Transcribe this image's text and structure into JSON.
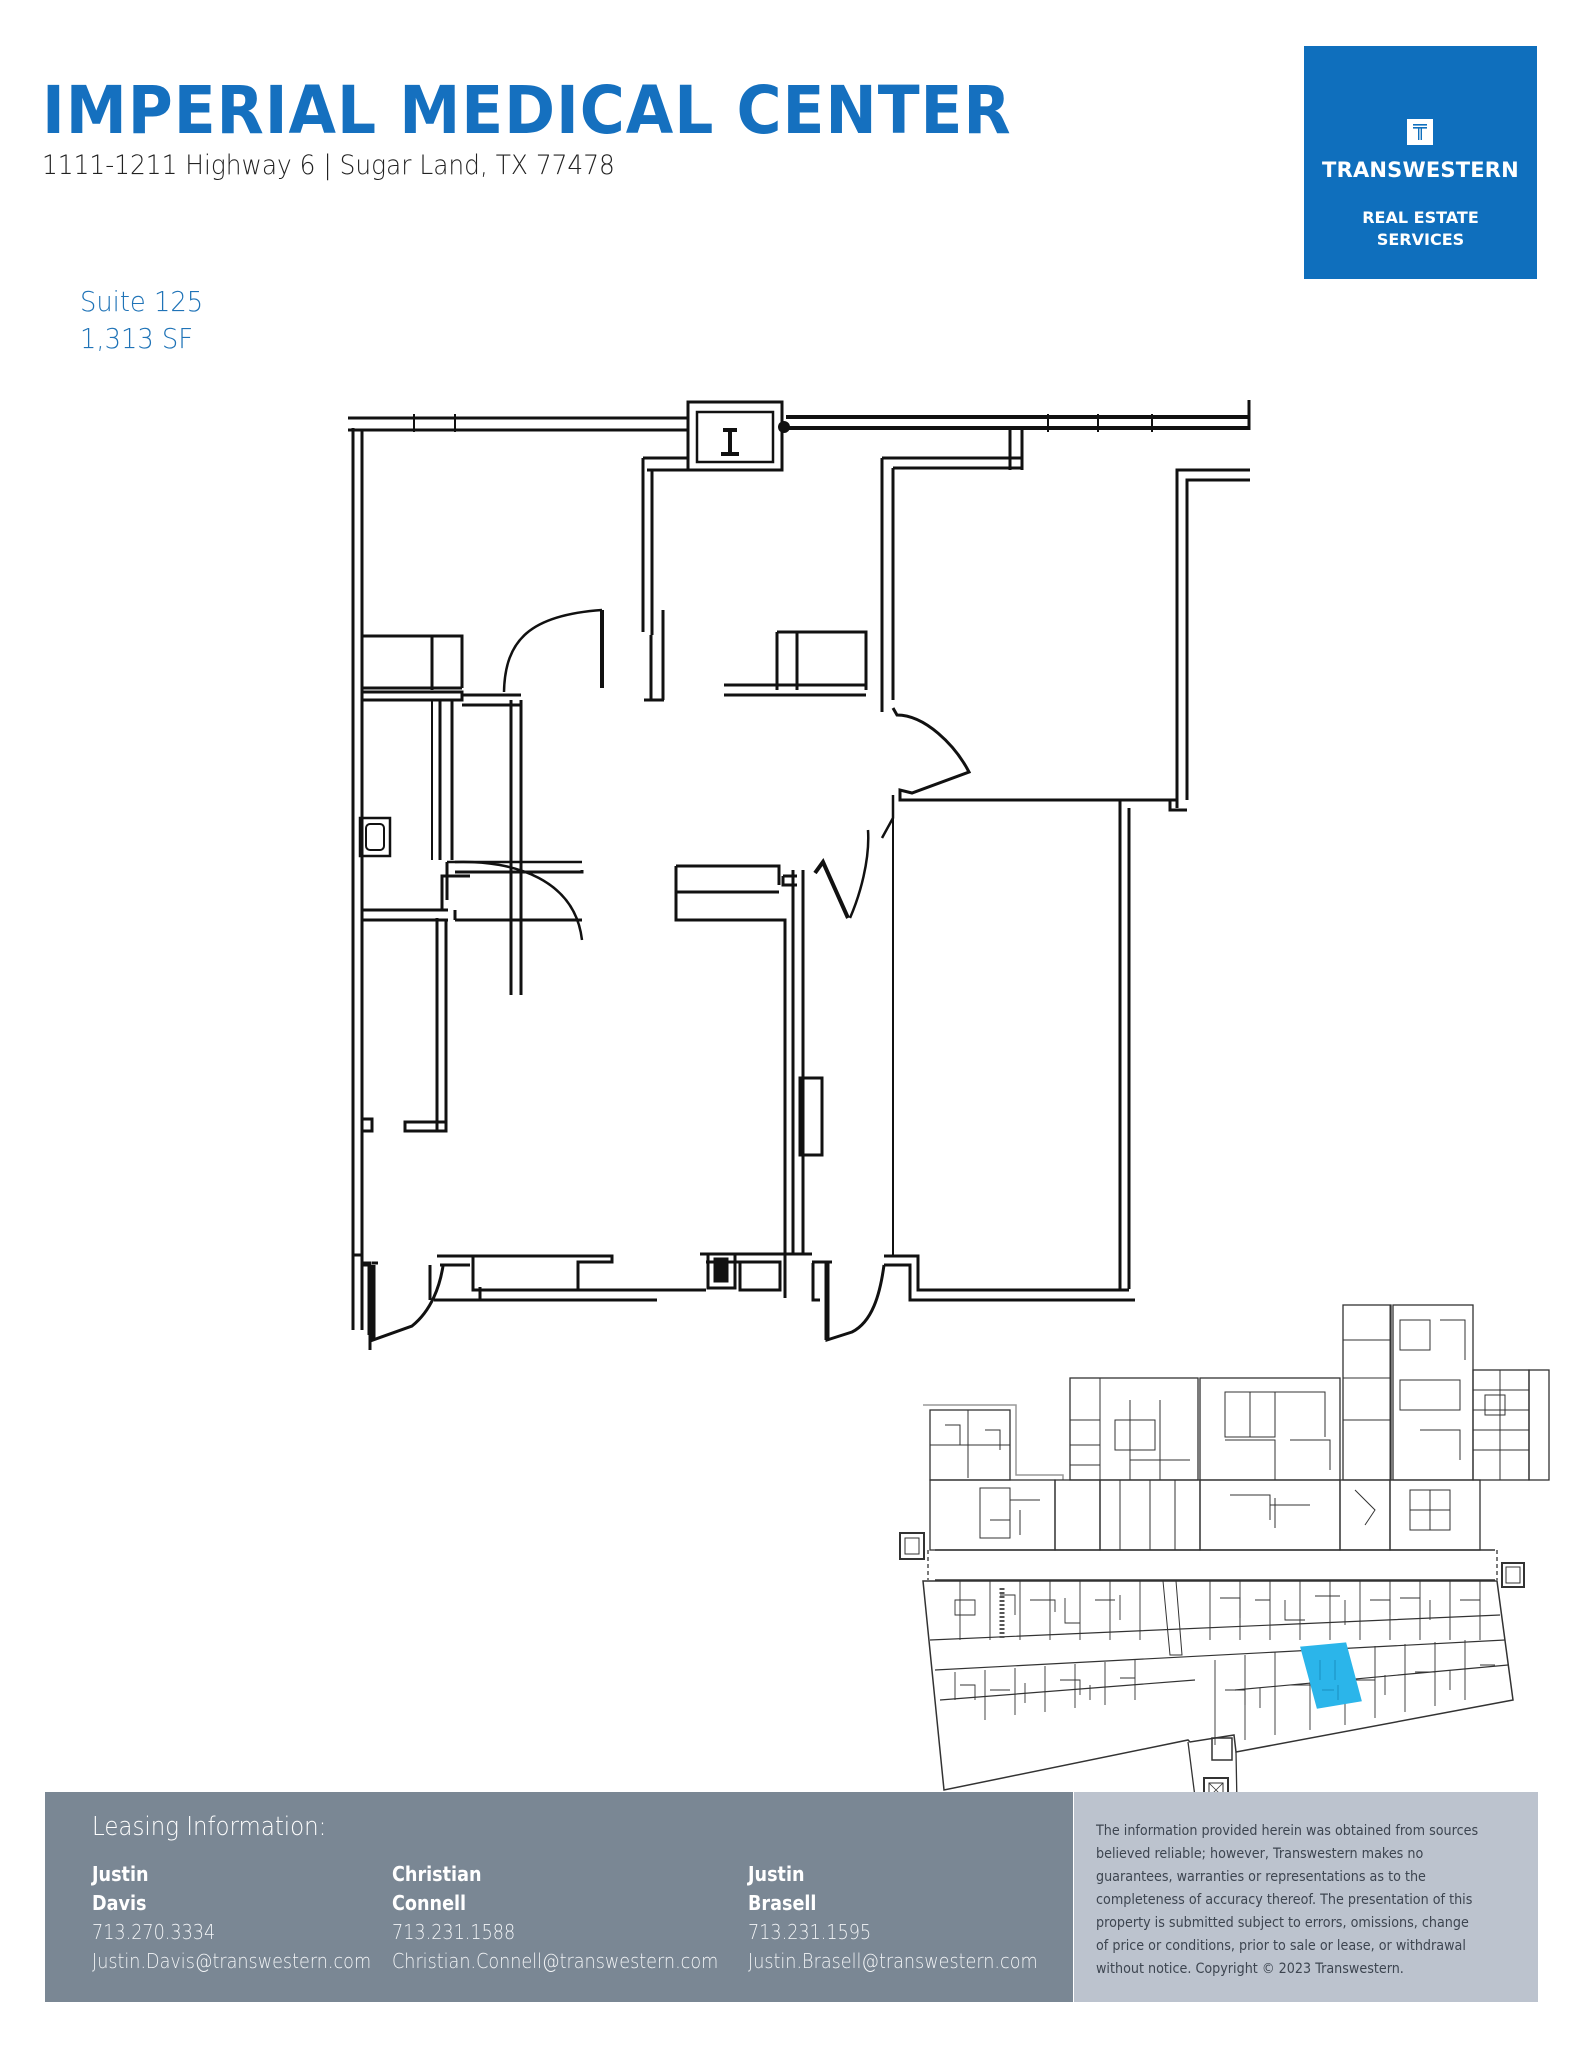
{
  "header": {
    "title": "IMPERIAL MEDICAL CENTER",
    "address": "1111-1211 Highway 6 | Sugar Land, TX 77478"
  },
  "logo": {
    "icon": "transwestern-t-icon",
    "name": "TRANSWESTERN",
    "tagline_line1": "REAL ESTATE",
    "tagline_line2": "SERVICES",
    "background_color": "#0f6fbd"
  },
  "suite": {
    "name": "Suite 125",
    "area": "1,313 SF",
    "color": "#1f73b7"
  },
  "floor_plan": {
    "label": "suite-125-floor-plan",
    "stroke_color": "#111111"
  },
  "key_plan": {
    "label": "building-key-plan",
    "highlight_color": "#2bb5ea"
  },
  "footer": {
    "leasing_title": "Leasing Information:",
    "contacts": [
      {
        "first": "Justin",
        "last": "Davis",
        "phone": "713.270.3334",
        "email": "Justin.Davis@transwestern.com"
      },
      {
        "first": "Christian",
        "last": "Connell",
        "phone": "713.231.1588",
        "email": "Christian.Connell@transwestern.com"
      },
      {
        "first": "Justin",
        "last": "Brasell",
        "phone": "713.231.1595",
        "email": "Justin.Brasell@transwestern.com"
      }
    ],
    "disclaimer": "The information provided herein was obtained from sources believed reliable; however, Transwestern makes no guarantees, warranties or representations as to the completeness of accuracy thereof. The presentation of this property is submitted subject to errors, omissions, change of price or conditions, prior to sale or lease, or withdrawal without notice. Copyright © 2023 Transwestern.",
    "left_color": "#7a8794",
    "right_color": "#bcc3ce"
  }
}
